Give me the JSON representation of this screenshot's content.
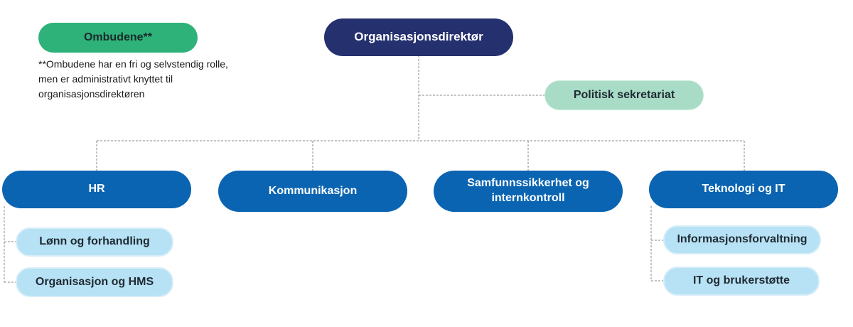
{
  "note": "**Ombudene har en fri og selvstendig rolle, men er administrativt knyttet til organisasjonsdirektøren",
  "nodes": {
    "ombudene": "Ombudene**",
    "director": "Organisasjonsdirektør",
    "political": "Politisk sekretariat",
    "hr": "HR",
    "communication": "Kommunikasjon",
    "security": "Samfunnssikkerhet og internkontroll",
    "tech": "Teknologi og IT",
    "payroll": "Lønn og forhandling",
    "organisation": "Organisasjon og HMS",
    "infomgmt": "Informasjonsforvaltning",
    "itsupport": "IT og brukerstøtte"
  },
  "colors": {
    "director": "#25306f",
    "department": "#0a64b2",
    "ombudene": "#2eb27a",
    "political": "#a9dcc7",
    "subunit": "#b7e1f4",
    "connector": "#8a8a8a"
  }
}
